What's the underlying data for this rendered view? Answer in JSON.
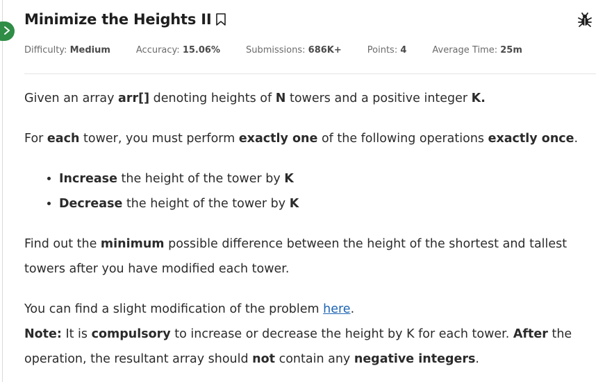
{
  "problem": {
    "title": "Minimize the Heights II",
    "meta": [
      {
        "label": "Difficulty:",
        "value": "Medium"
      },
      {
        "label": "Accuracy:",
        "value": "15.06%"
      },
      {
        "label": "Submissions:",
        "value": "686K+"
      },
      {
        "label": "Points:",
        "value": "4"
      },
      {
        "label": "Average Time:",
        "value": "25m"
      }
    ]
  },
  "statement": {
    "p1": {
      "a": "Given an array ",
      "b": "arr[]",
      "c": " denoting heights of ",
      "d": "N",
      "e": " towers and a positive integer ",
      "f": "K."
    },
    "p2": {
      "a": "For ",
      "b": "each",
      "c": " tower, you must perform ",
      "d": "exactly one",
      "e": " of the following operations ",
      "f": "exactly once",
      "g": "."
    },
    "bullets": [
      {
        "bold": "Increase",
        "text": " the height of the tower by ",
        "k": "K"
      },
      {
        "bold": "Decrease",
        "text": " the height of the tower by ",
        "k": "K"
      }
    ],
    "p3": {
      "a": "Find out the ",
      "b": "minimum",
      "c": " possible difference between the height of the shortest and tallest towers after you have modified each tower."
    },
    "p4": {
      "a": "You can find a slight modification of the problem ",
      "link": "here",
      "c": "."
    },
    "note": {
      "label": "Note:",
      "a": " It is ",
      "b": "compulsory",
      "c": " to increase or decrease the height by K for each tower. ",
      "d": "After",
      "e": " the operation, the resultant array should ",
      "f": "not",
      "g": " contain any ",
      "h": "negative integers",
      "i": "."
    }
  },
  "colors": {
    "accent": "#2f8d46",
    "link": "#1c63b3"
  },
  "icons": [
    "chevron-right-icon",
    "bookmark-icon",
    "bug-icon"
  ]
}
